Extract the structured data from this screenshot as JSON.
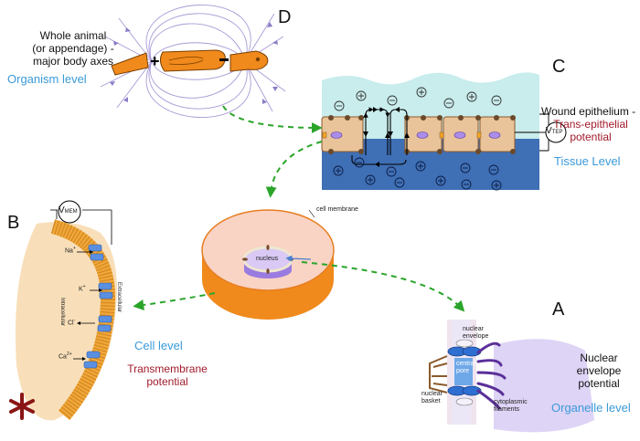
{
  "panels": {
    "d": {
      "letter": "D",
      "line1": "Whole animal",
      "line2": "(or appendage) -",
      "line3": "major body axes",
      "level": "Organism level"
    },
    "c": {
      "letter": "C",
      "line1": "Wound epithelium -",
      "red1": "Trans-epithelial",
      "red2": "potential",
      "level": "Tissue Level",
      "meter_main": "V",
      "meter_sub": "TEP"
    },
    "b": {
      "letter": "B",
      "meter_main": "V",
      "meter_sub": "MEM",
      "ions": [
        "Na",
        "K",
        "Cl",
        "Ca"
      ],
      "ion_sup": [
        "+",
        "+",
        "-",
        "2+"
      ],
      "intracellular": "Intracellular",
      "extracellular": "Extracellular"
    },
    "cell": {
      "membrane": "cell membrane",
      "nucleus": "nucleus",
      "level": "Cell level",
      "red1": "Transmembrane",
      "red2": "potential"
    },
    "a": {
      "letter": "A",
      "envelope1": "nuclear",
      "envelope2": "envelope",
      "pore1": "central",
      "pore2": "pore",
      "basket1": "nuclear",
      "basket2": "basket",
      "cyto1": "cytoplasmic",
      "cyto2": "filaments",
      "line1": "Nuclear",
      "line2": "envelope",
      "line3": "potential",
      "level": "Organelle level"
    }
  },
  "colors": {
    "blue_text": "#3a9ad9",
    "red_text": "#a01a2a",
    "arrow_green": "#2aa52a",
    "orange": "#f08a1c",
    "cyan_top": "#c9ecec",
    "dark_blue": "#3f6fb5",
    "tan": "#e9c39a",
    "purple": "#b19ae0",
    "asterisk": "#8b1515"
  }
}
